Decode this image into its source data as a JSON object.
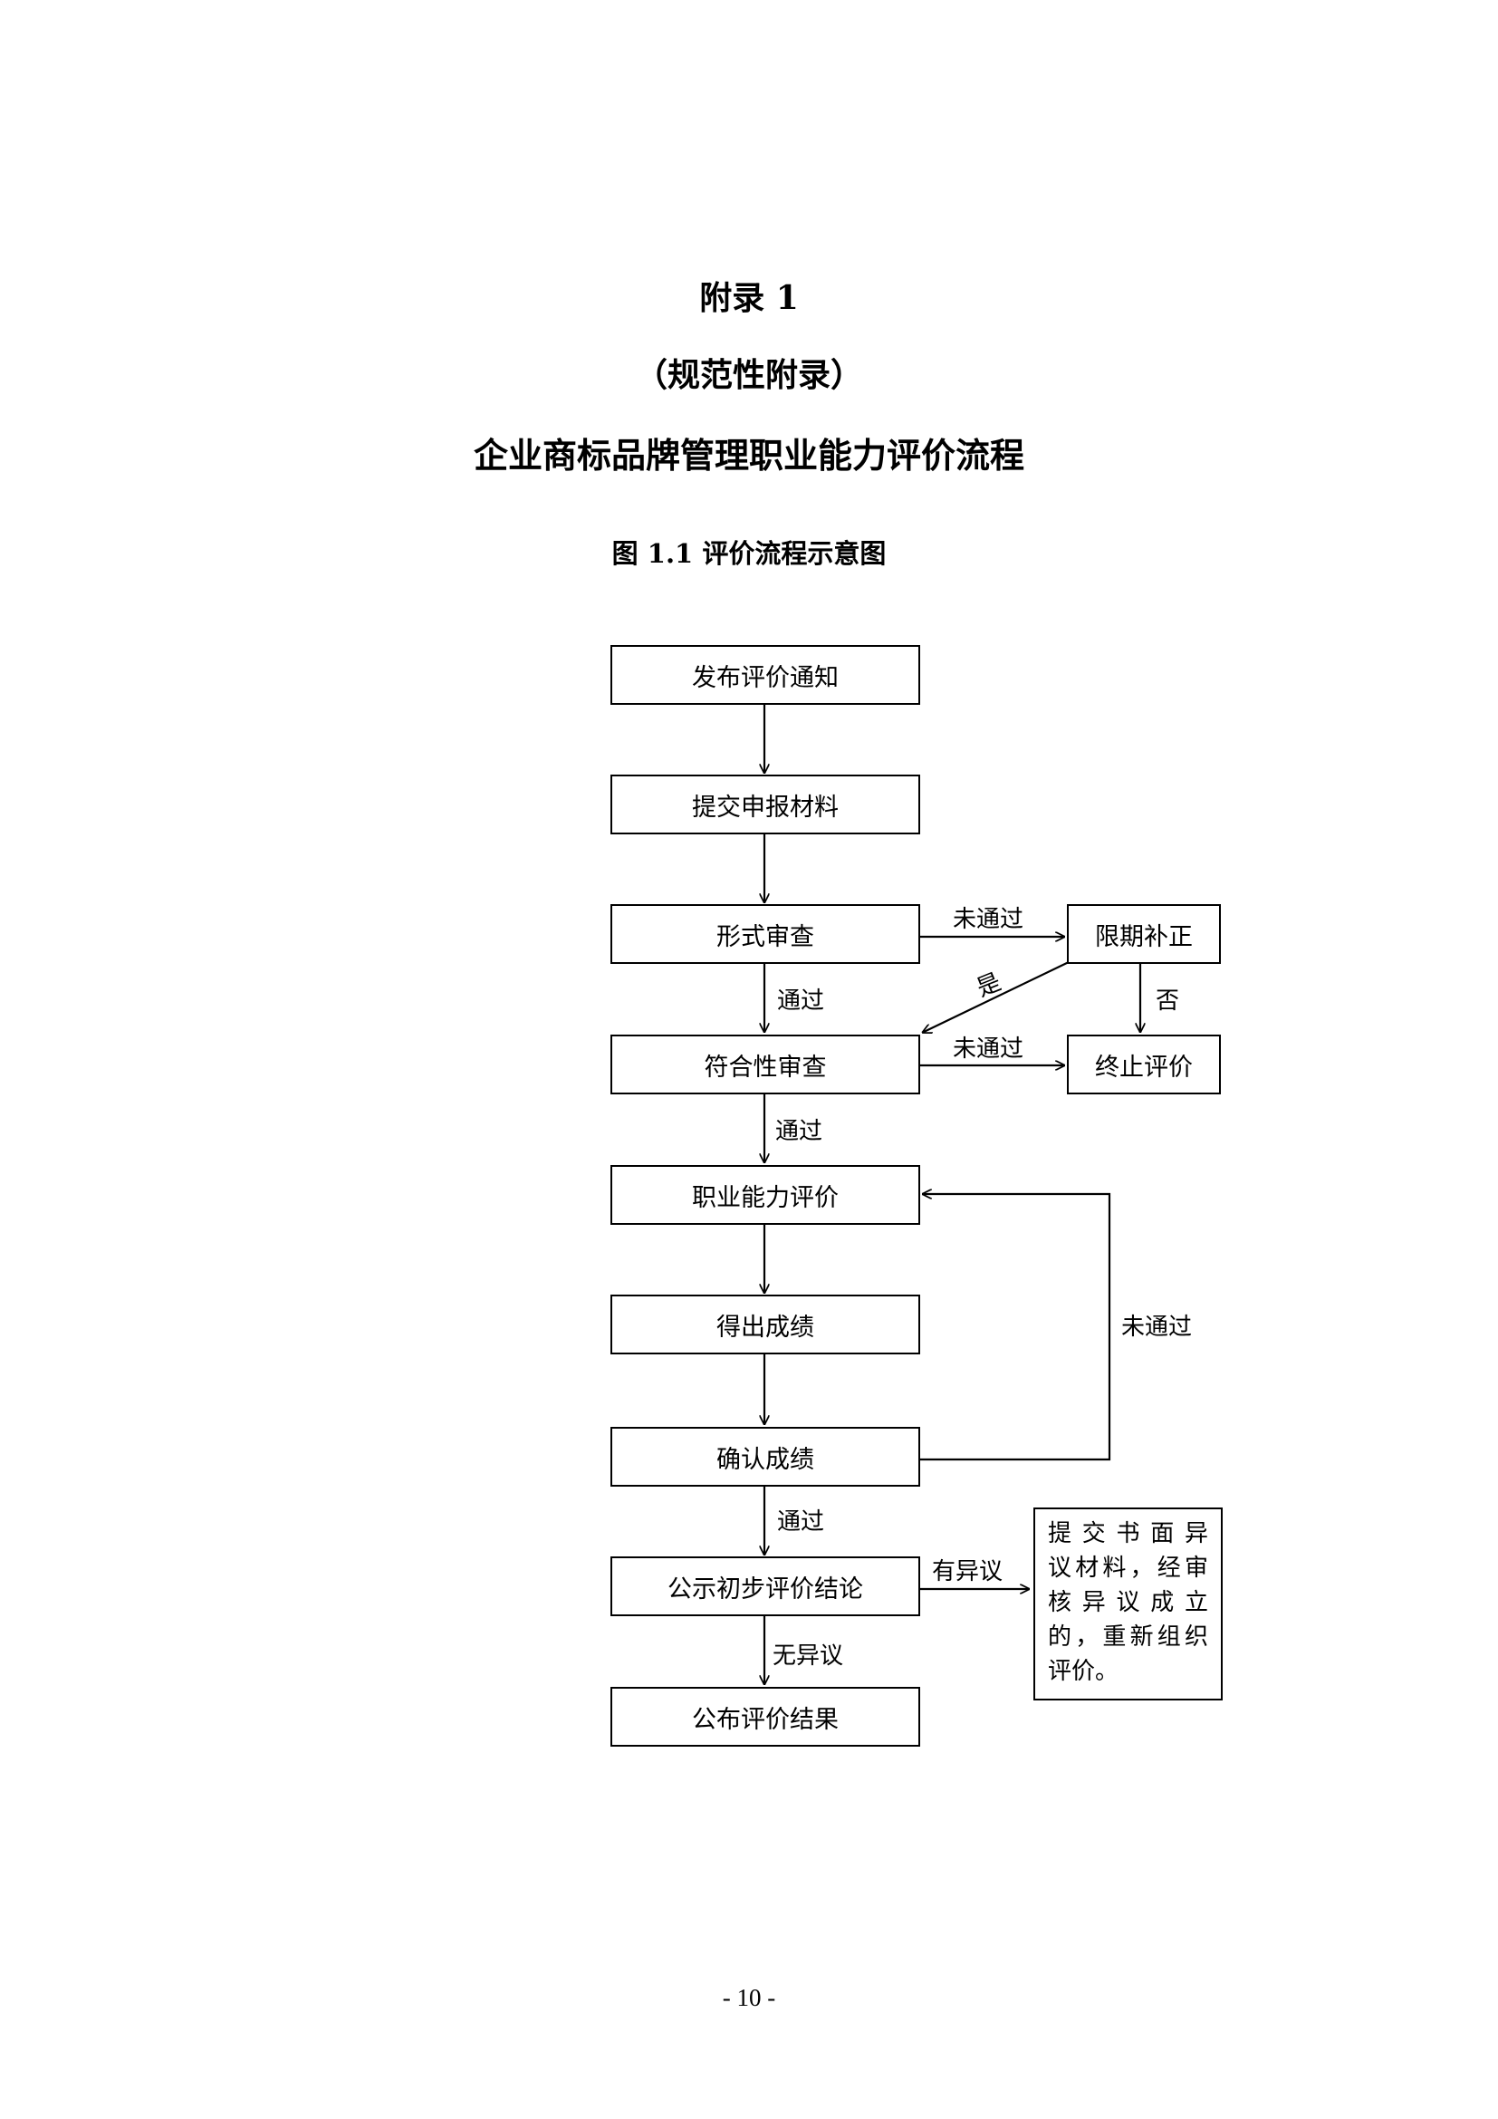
{
  "header": {
    "appendix_title": "附录 1",
    "normative_label": "（规范性附录）",
    "document_title": "企业商标品牌管理职业能力评价流程",
    "figure_caption": "图 1.1  评价流程示意图"
  },
  "flowchart": {
    "nodes": {
      "publish_notice": "发布评价通知",
      "submit_materials": "提交申报材料",
      "formal_review": "形式审查",
      "correction": "限期补正",
      "compliance_review": "符合性审查",
      "terminate": "终止评价",
      "ability_evaluation": "职业能力评价",
      "get_scores": "得出成绩",
      "confirm_scores": "确认成绩",
      "publicize_preliminary": "公示初步评价结论",
      "publish_results": "公布评价结果"
    },
    "note_lines": [
      "提交书面异",
      "议材料，经审",
      "核异议成立",
      "的，重新组织",
      "评价。"
    ],
    "edge_labels": {
      "formal_fail": "未通过",
      "correction_yes": "是",
      "correction_no": "否",
      "formal_pass": "通过",
      "compliance_fail": "未通过",
      "compliance_pass": "通过",
      "confirm_fail": "未通过",
      "confirm_pass": "通过",
      "objection": "有异议",
      "no_objection": "无异议"
    }
  },
  "footer": {
    "page_number": "- 10 -"
  }
}
